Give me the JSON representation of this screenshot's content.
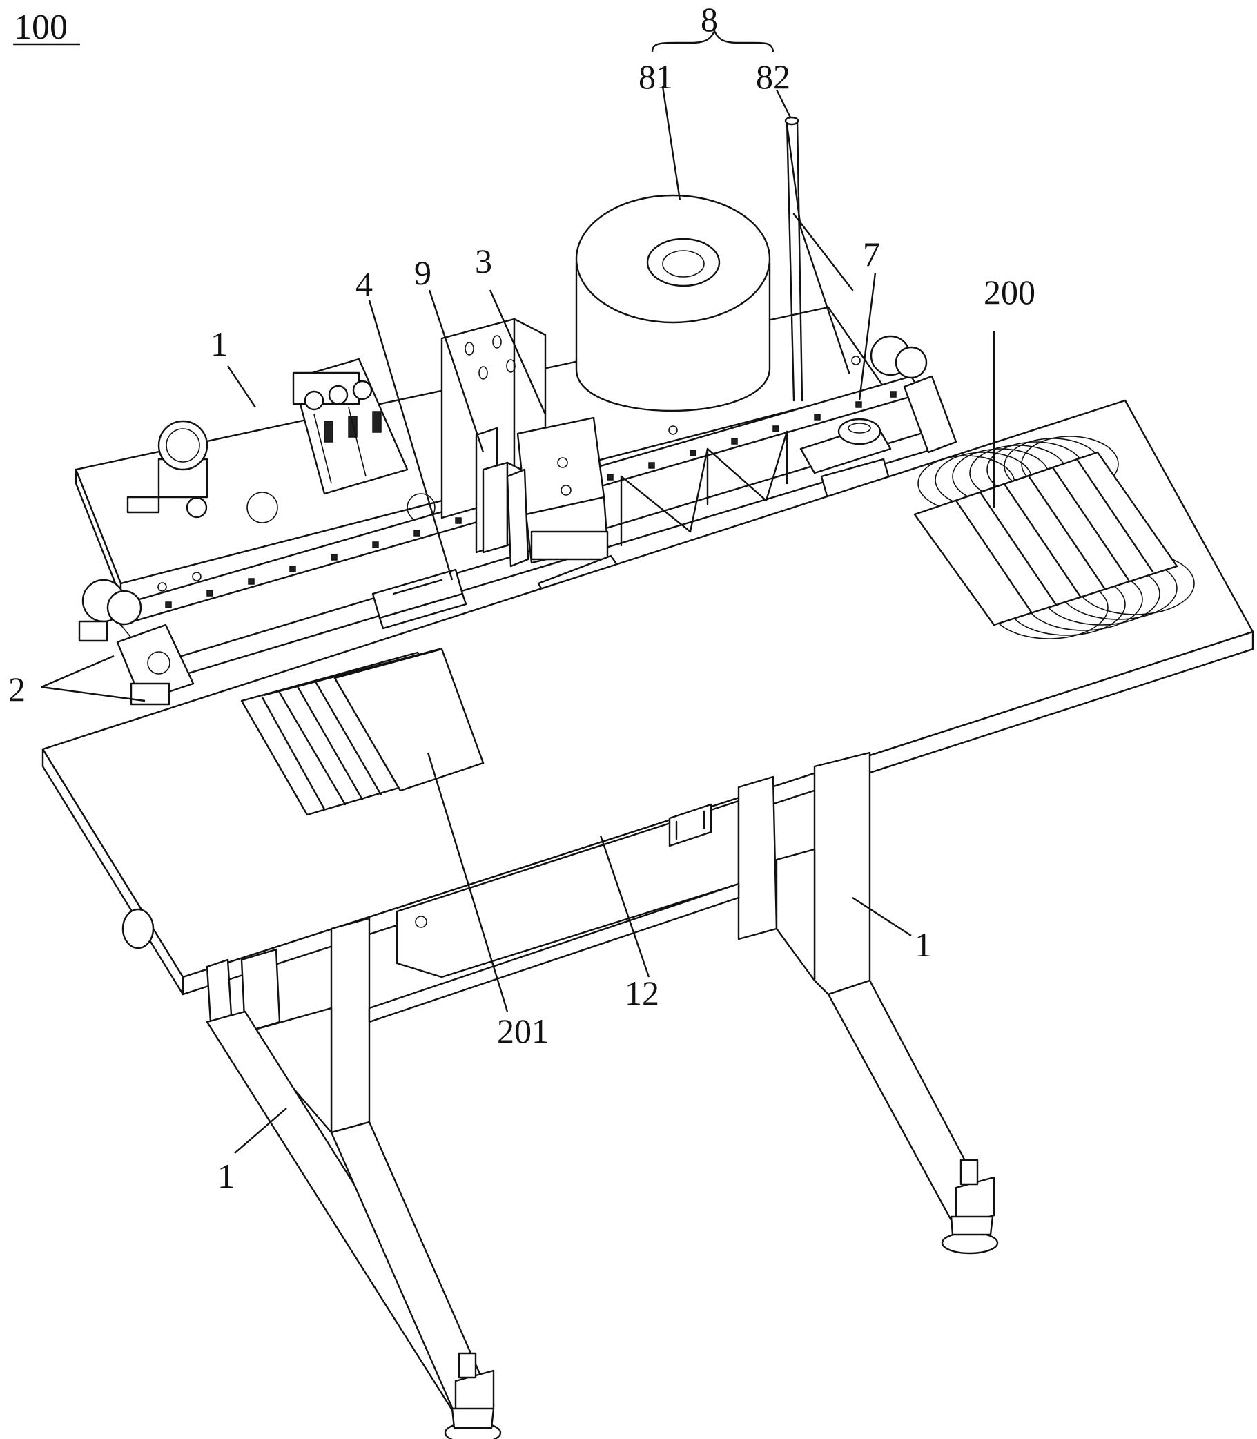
{
  "figure_number": "100",
  "labels": {
    "frame_top": "1",
    "frame_right": "1",
    "frame_left": "1",
    "conveyor": "2",
    "station_3": "3",
    "station_4": "4",
    "station_7": "7",
    "group_8": "8",
    "roll_81": "81",
    "post_82": "82",
    "station_9": "9",
    "beam_12": "12",
    "stack_200": "200",
    "stack_201": "201"
  }
}
